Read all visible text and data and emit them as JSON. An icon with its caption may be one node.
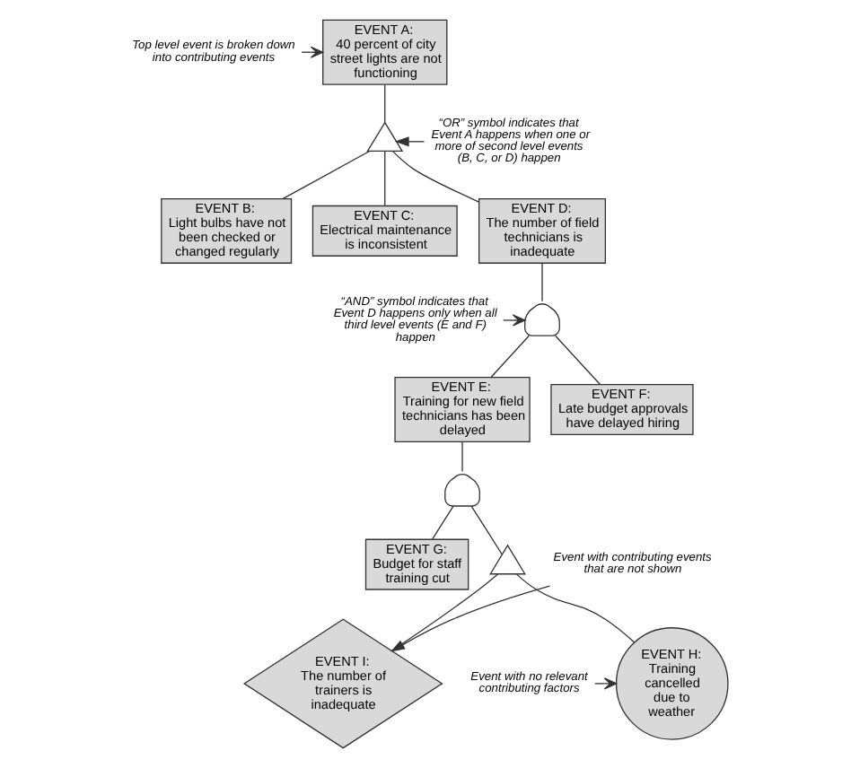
{
  "diagram": {
    "nodes": [
      {
        "text": [
          "EVENT A:",
          "40 percent of city street lights are not functioning"
        ]
      },
      {
        "text": [
          "Top level event is broken down into contributing events"
        ]
      },
      {
        "text": [
          "“OR” symbol indicates that Event A happens when one or more of second level events (B, C, or D) happen"
        ]
      },
      {
        "text": [],
        "shape": "gate"
      },
      {
        "text": [
          "EVENT B:",
          "Light bulbs have not been checked or changed regularly"
        ]
      },
      {
        "text": [
          "EVENT C:",
          "Electrical maintenance is inconsistent"
        ]
      },
      {
        "text": [
          "EVENT D:",
          "The number of field technicians is inadequate"
        ]
      },
      {
        "text": [],
        "shape": "gate"
      },
      {
        "text": [
          "“AND” symbol indicates that Event D happens only when all third level events (E and F) happen"
        ]
      },
      {
        "text": [
          "EVENT E:",
          "Training for new field technicians has been delayed"
        ]
      },
      {
        "text": [
          "EVENT F:",
          "Late budget approvals have delayed hiring"
        ]
      },
      {
        "text": [],
        "shape": "gate"
      },
      {
        "text": [
          "Event with contributing events that are not shown"
        ]
      },
      {
        "text": [
          "EVENT G:",
          "Budget for staff training cut"
        ]
      },
      {
        "text": [],
        "shape": "gate"
      },
      {
        "text": [
          "Event with no relevant contributing factors"
        ]
      },
      {
        "text": [
          "EVENT H:",
          "Training cancelled due to weather"
        ]
      },
      {
        "text": [
          "EVENT I:",
          "The number of trainers is inadequate"
        ]
      }
    ],
    "edges": [
      {
        "from": 1,
        "to": 0,
        "arrow": "to"
      },
      {
        "from": 0,
        "to": 3,
        "arrow": "none"
      },
      {
        "from": 2,
        "to": 3,
        "arrow": "to"
      },
      {
        "from": 3,
        "to": 4,
        "arrow": "none"
      },
      {
        "from": 3,
        "to": 5,
        "arrow": "none"
      },
      {
        "from": 3,
        "to": 6,
        "arrow": "none"
      },
      {
        "from": 6,
        "to": 7,
        "arrow": "none"
      },
      {
        "from": 8,
        "to": 7,
        "arrow": "to"
      },
      {
        "from": 7,
        "to": 9,
        "arrow": "none"
      },
      {
        "from": 7,
        "to": 10,
        "arrow": "none"
      },
      {
        "from": 9,
        "to": 11,
        "arrow": "none"
      },
      {
        "from": 11,
        "to": 13,
        "arrow": "none"
      },
      {
        "from": 11,
        "to": 14,
        "arrow": "none"
      },
      {
        "from": 12,
        "to": 17,
        "arrow": "to"
      },
      {
        "from": 14,
        "to": 16,
        "arrow": "none"
      },
      {
        "from": 14,
        "to": 17,
        "arrow": "none"
      },
      {
        "from": 15,
        "to": 16,
        "arrow": "to"
      }
    ]
  }
}
